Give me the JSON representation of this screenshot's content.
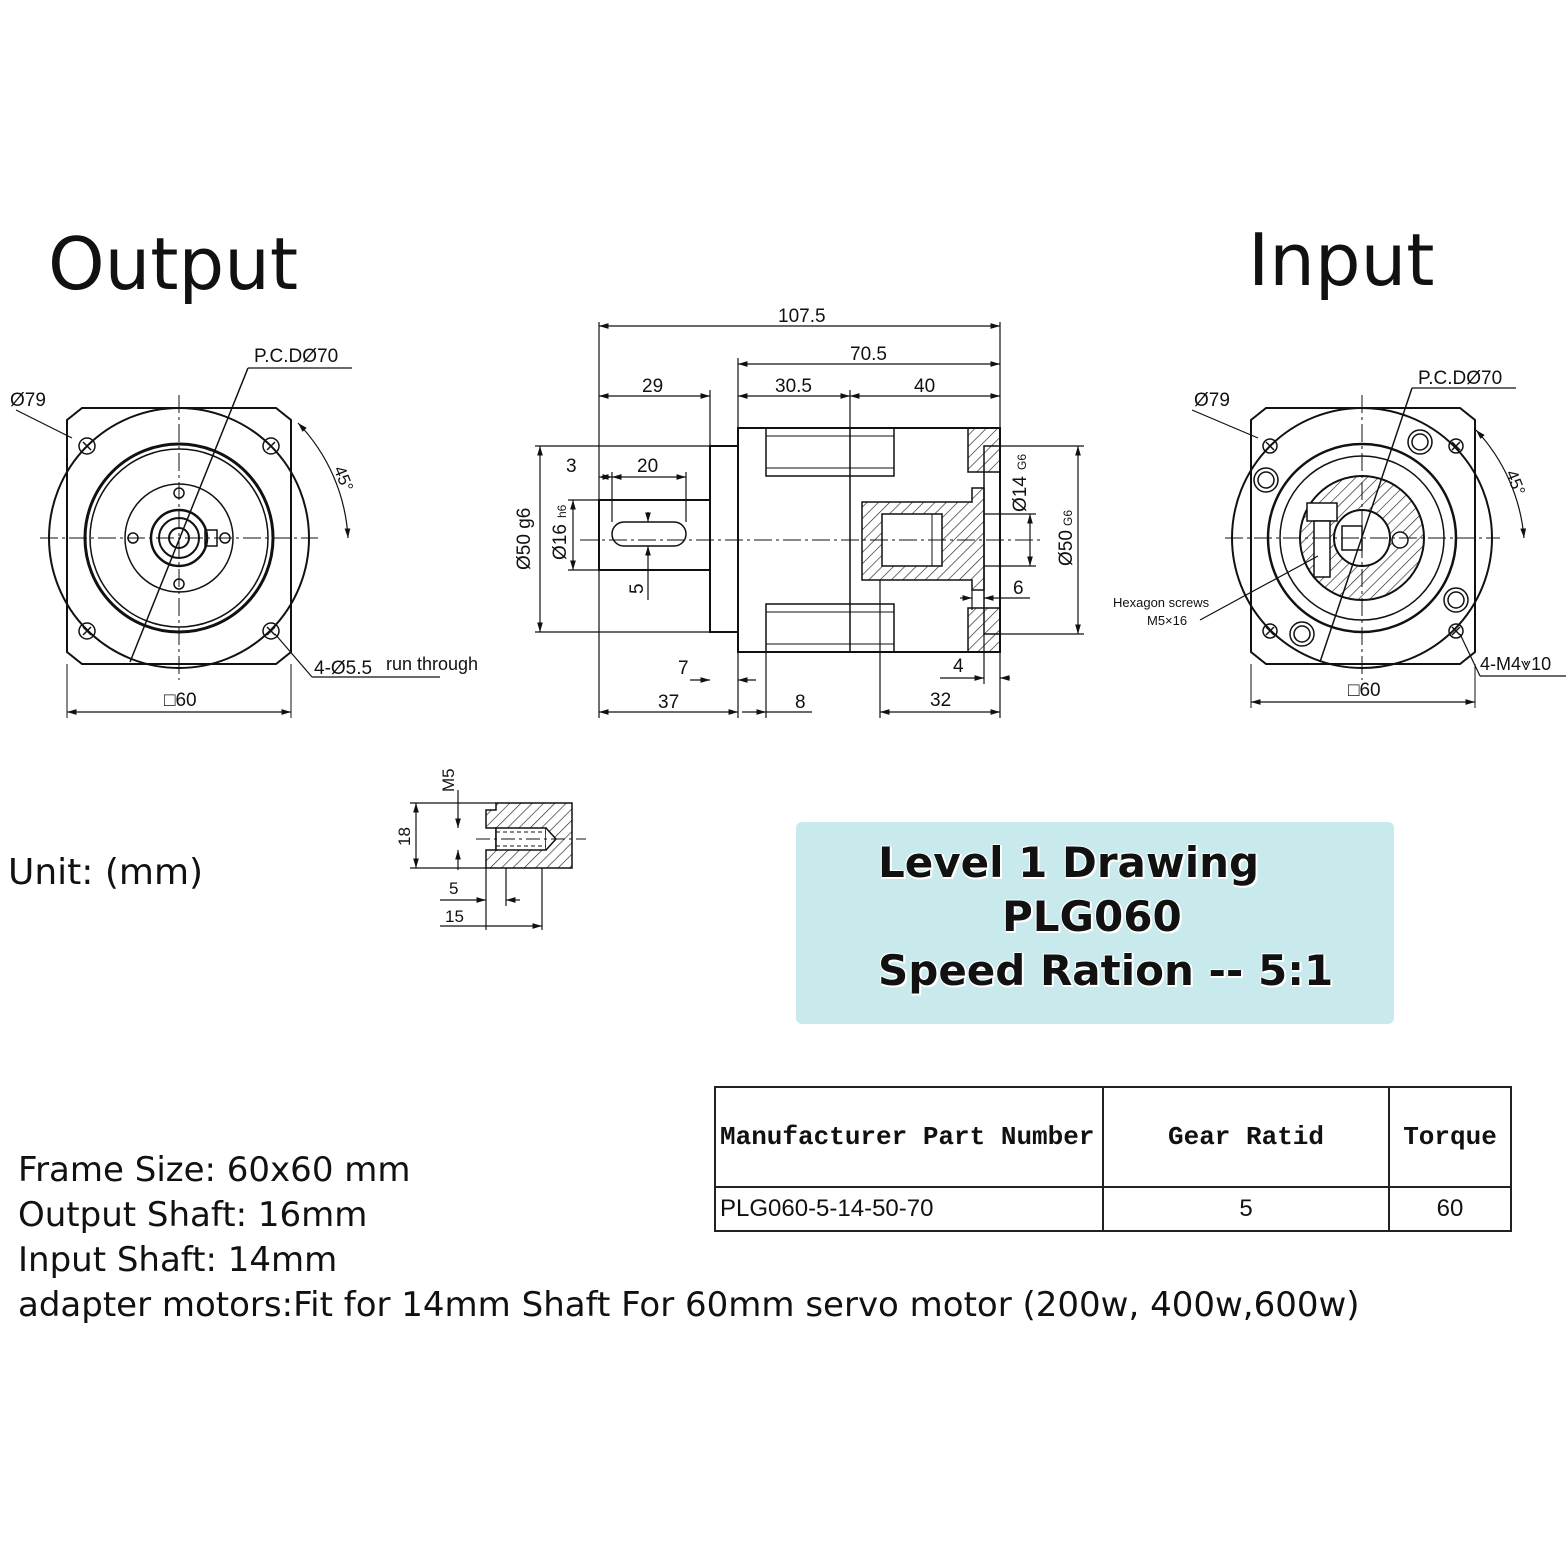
{
  "headings": {
    "output": "Output",
    "input": "Input"
  },
  "output_view": {
    "pcd_label": "P.C.DØ70",
    "dia_label": "Ø79",
    "angle_label": "45°",
    "holes_label": "4-Ø5.5",
    "holes_note": "run through",
    "square_label": "□60"
  },
  "side_view": {
    "dims": {
      "total": "107.5",
      "body": "70.5",
      "flange_out": "29",
      "mid": "30.5",
      "rear": "40",
      "key_offset": "3",
      "key_len": "20",
      "pilot_out": "Ø50 g6",
      "shaft_out": "Ø16",
      "shaft_out_tol": "h6",
      "key_w": "5",
      "bore_in": "Ø14",
      "bore_in_tol": "G6",
      "pilot_in": "Ø50",
      "pilot_in_tol": "G6",
      "step_in": "6",
      "step_7": "7",
      "step_4": "4",
      "len_37": "37",
      "len_8": "8",
      "len_32": "32"
    }
  },
  "input_view": {
    "pcd_label": "P.C.DØ70",
    "dia_label": "Ø79",
    "angle_label": "45°",
    "screw_label_1": "Hexagon screws",
    "screw_label_2": "M5×16",
    "holes_label": "4-M4⩔10",
    "square_label": "□60"
  },
  "thread_detail": {
    "thread": "M5",
    "height": "18",
    "depth_1": "5",
    "depth_2": "15"
  },
  "unit_label": "Unit:  (mm)",
  "banner": {
    "line1": "Level 1 Drawing",
    "line2": "PLG060",
    "line3": "Speed Ration -- 5:1",
    "color": "#c9eaec"
  },
  "specs": {
    "frame": "Frame Size: 60x60 mm",
    "output_shaft": "Output Shaft: 16mm",
    "input_shaft": "Input Shaft: 14mm",
    "adapter": "adapter motors:Fit for 14mm Shaft For 60mm servo motor (200w, 400w,600w)"
  },
  "table": {
    "headers": [
      "Manufacturer Part Number",
      "Gear Ratid",
      "Torque"
    ],
    "rows": [
      [
        "PLG060-5-14-50-70",
        "5",
        "60"
      ]
    ]
  }
}
